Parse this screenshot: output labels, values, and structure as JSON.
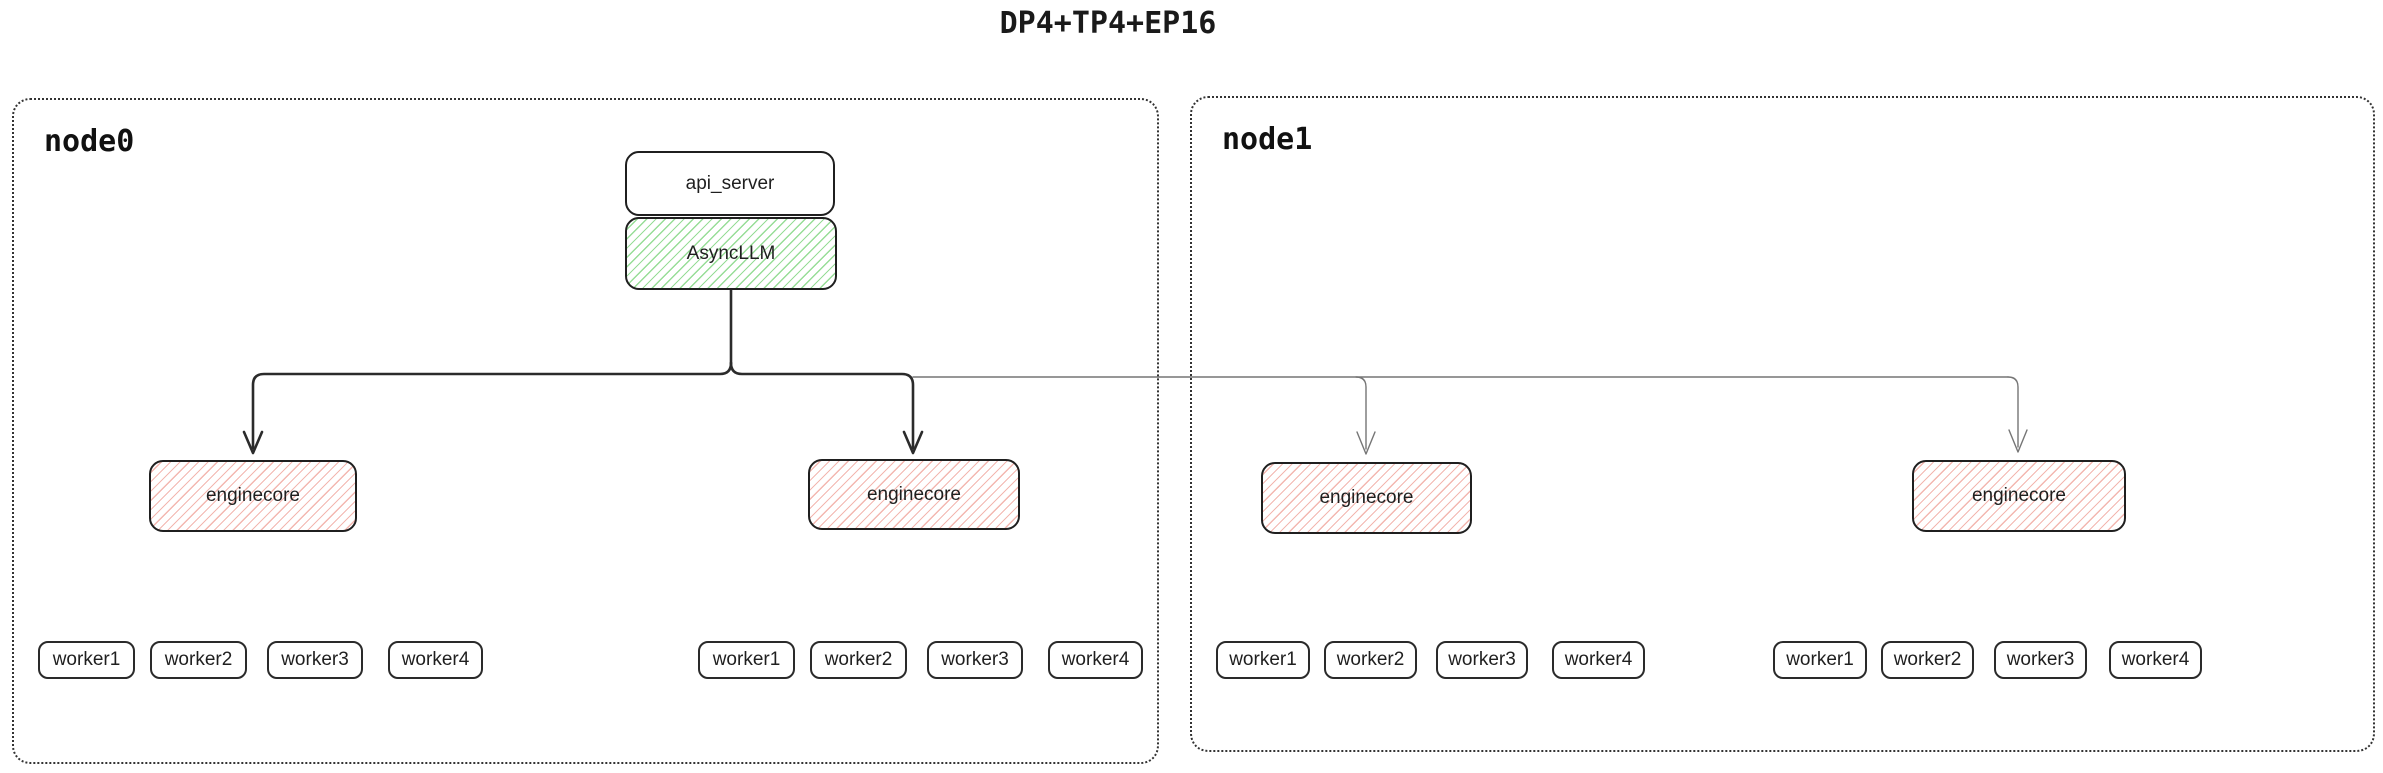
{
  "title": "DP4+TP4+EP16",
  "node0": {
    "label": "node0"
  },
  "node1": {
    "label": "node1"
  },
  "api_server": {
    "label": "api_server"
  },
  "async_llm": {
    "label": "AsyncLLM"
  },
  "enginecores": [
    {
      "label": "enginecore"
    },
    {
      "label": "enginecore"
    },
    {
      "label": "enginecore"
    },
    {
      "label": "enginecore"
    }
  ],
  "worker_groups": [
    {
      "workers": [
        {
          "label": "worker1"
        },
        {
          "label": "worker2"
        },
        {
          "label": "worker3"
        },
        {
          "label": "worker4"
        }
      ]
    },
    {
      "workers": [
        {
          "label": "worker1"
        },
        {
          "label": "worker2"
        },
        {
          "label": "worker3"
        },
        {
          "label": "worker4"
        }
      ]
    },
    {
      "workers": [
        {
          "label": "worker1"
        },
        {
          "label": "worker2"
        },
        {
          "label": "worker3"
        },
        {
          "label": "worker4"
        }
      ]
    },
    {
      "workers": [
        {
          "label": "worker1"
        },
        {
          "label": "worker2"
        },
        {
          "label": "worker3"
        },
        {
          "label": "worker4"
        }
      ]
    }
  ],
  "colors": {
    "border-dark": "#1f1f1f",
    "green-hatch": "#97dd97",
    "red-hatch": "#f3b7b0",
    "thin-line": "#757575",
    "thick-line": "#2b2b2b",
    "dotted-border": "#333333",
    "text": "#1f1f1f"
  }
}
